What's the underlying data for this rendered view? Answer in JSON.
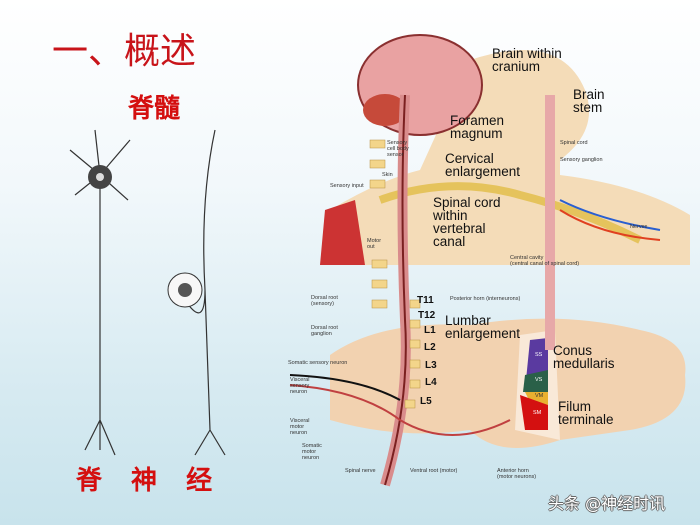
{
  "slide": {
    "title": "一、概述",
    "label_spinal_cord": "脊髓",
    "label_spinal_nerve": "脊 神 经"
  },
  "figure": {
    "large_labels": {
      "brain_within_cranium": "Brain within\ncranium",
      "brain_stem": "Brain\nstem",
      "foramen_magnum": "Foramen\nmagnum",
      "cervical_enlargement": "Cervical\nenlargement",
      "spinal_cord_within_canal": "Spinal cord\nwithin\nvertebral\ncanal",
      "lumbar_enlargement": "Lumbar\nenlargement",
      "conus_medullaris": "Conus\nmedullaris",
      "filum_terminale": "Filum\nterminale"
    },
    "vertebrae": [
      "T11",
      "T12",
      "L1",
      "L2",
      "L3",
      "L4",
      "L5"
    ],
    "section_regions": [
      "SS",
      "VS",
      "VM",
      "SM"
    ],
    "small_labels": {
      "dorsal_root": "Dorsal root\n(sensory)",
      "dorsal_root_ganglion": "Dorsal root\nganglion",
      "somatic_sensory": "Somatic sensory neuron",
      "visceral_sensory": "Visceral\nsensory\nneuron",
      "visceral_motor": "Visceral\nmotor\nneuron",
      "somatic_motor": "Somatic\nmotor\nneuron",
      "spinal_nerve": "Spinal nerve",
      "ventral_root": "Ventral root (motor)",
      "anterior_horn": "Anterior horn\n(motor neurons)",
      "posterior_horn": "Posterior horn (interneurons)",
      "sensory_cell_body": "Sensory\ncell body\nsensor",
      "skin": "Skin",
      "sensory_input": "Sensory input",
      "motor": "Motor\nout",
      "spinal_cord": "Spinal cord",
      "sensory_ganglion": "Sensory ganglion",
      "nerves": "Nerves",
      "central_cavity": "Central cavity\n(central canal of spinal cord)"
    }
  },
  "watermark": "头条 @神经时讯",
  "colors": {
    "title": "#c8141a",
    "spine": "#d98c8c",
    "vertebra": "#f3d58a",
    "brain": "#e9a0a0"
  }
}
